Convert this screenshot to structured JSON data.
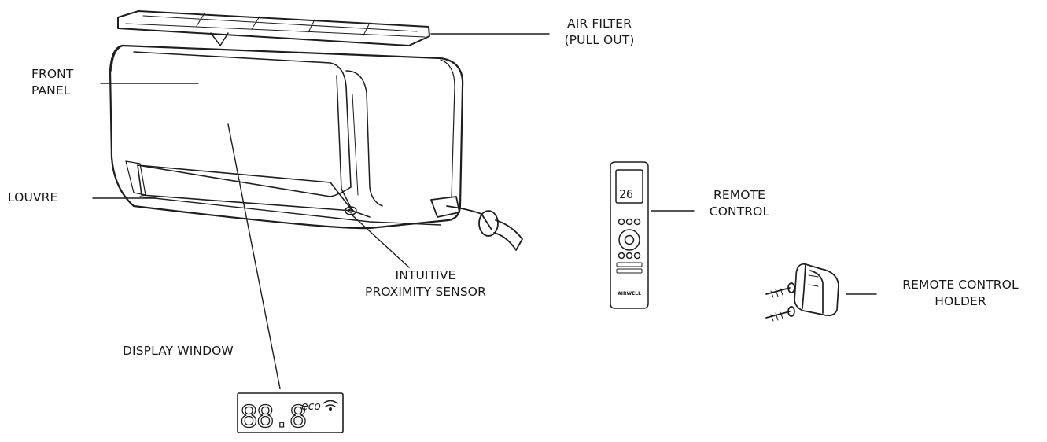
{
  "labels": {
    "air_filter": [
      "AIR FILTER",
      "(PULL OUT)"
    ],
    "front_panel": [
      "FRONT",
      "PANEL"
    ],
    "louvre": "LOUVRE",
    "proximity_sensor": [
      "INTUITIVE",
      "PROXIMITY SENSOR"
    ],
    "display_window": "DISPLAY WINDOW",
    "remote_control": [
      "REMOTE",
      "CONTROL"
    ],
    "remote_holder": [
      "REMOTE CONTROL",
      "HOLDER"
    ]
  },
  "display": {
    "digits": "88.8",
    "eco": "eco"
  },
  "remote": {
    "screen_value": "26",
    "brand": "AIRWELL"
  }
}
